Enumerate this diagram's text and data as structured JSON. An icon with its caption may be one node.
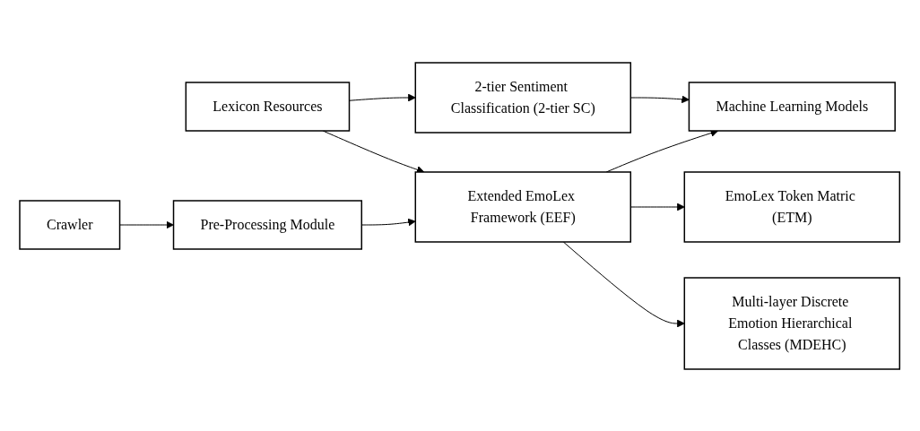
{
  "diagram": {
    "nodes": [
      {
        "text": [
          "Crawler"
        ]
      },
      {
        "text": [
          "Lexicon Resources"
        ]
      },
      {
        "text": [
          "2-tier Sentiment Classification (2-tier SC)"
        ]
      },
      {
        "text": [
          "Pre-Processing Module"
        ]
      },
      {
        "text": [
          "Extended EmoLex Framework (EEF)"
        ]
      },
      {
        "text": [
          "Machine Learning Models"
        ]
      },
      {
        "text": [
          "EmoLex Token Matric (ETM)"
        ]
      },
      {
        "text": [
          "Multi-layer Discrete Emotion Hierarchical Classes (MDEHC)"
        ]
      }
    ],
    "edges": [
      {
        "from": 0,
        "to": 3,
        "arrow": "to"
      },
      {
        "from": 1,
        "to": 2,
        "arrow": "to"
      },
      {
        "from": 1,
        "to": 4,
        "arrow": "to"
      },
      {
        "from": 3,
        "to": 4,
        "arrow": "to"
      },
      {
        "from": 2,
        "to": 5,
        "arrow": "to"
      },
      {
        "from": 4,
        "to": 5,
        "arrow": "to"
      },
      {
        "from": 4,
        "to": 6,
        "arrow": "to"
      },
      {
        "from": 4,
        "to": 7,
        "arrow": "to"
      }
    ]
  }
}
